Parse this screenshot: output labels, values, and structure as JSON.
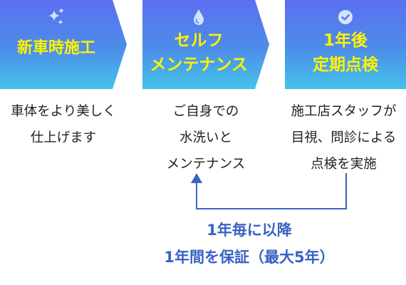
{
  "steps": [
    {
      "icon": "sparkles-icon",
      "title": "新車時施工"
    },
    {
      "icon": "water-drop-icon",
      "title": "セルフ\nメンテナンス"
    },
    {
      "icon": "check-circle-icon",
      "title": "1年後\n定期点検"
    }
  ],
  "descriptions": [
    "車体をより美しく\n仕上げます",
    "ご自身での\n水洗いと\nメンテナンス",
    "施工店スタッフが\n目視、問診による\n点検を実施"
  ],
  "guarantee": {
    "line1": "1年毎に以降",
    "line2": "1年間を保証（最大5年）"
  },
  "colors": {
    "title": "#fff200",
    "gradient_top": "#5b6ff0",
    "gradient_bottom": "#43c3ea",
    "accent": "#3a62c4"
  }
}
